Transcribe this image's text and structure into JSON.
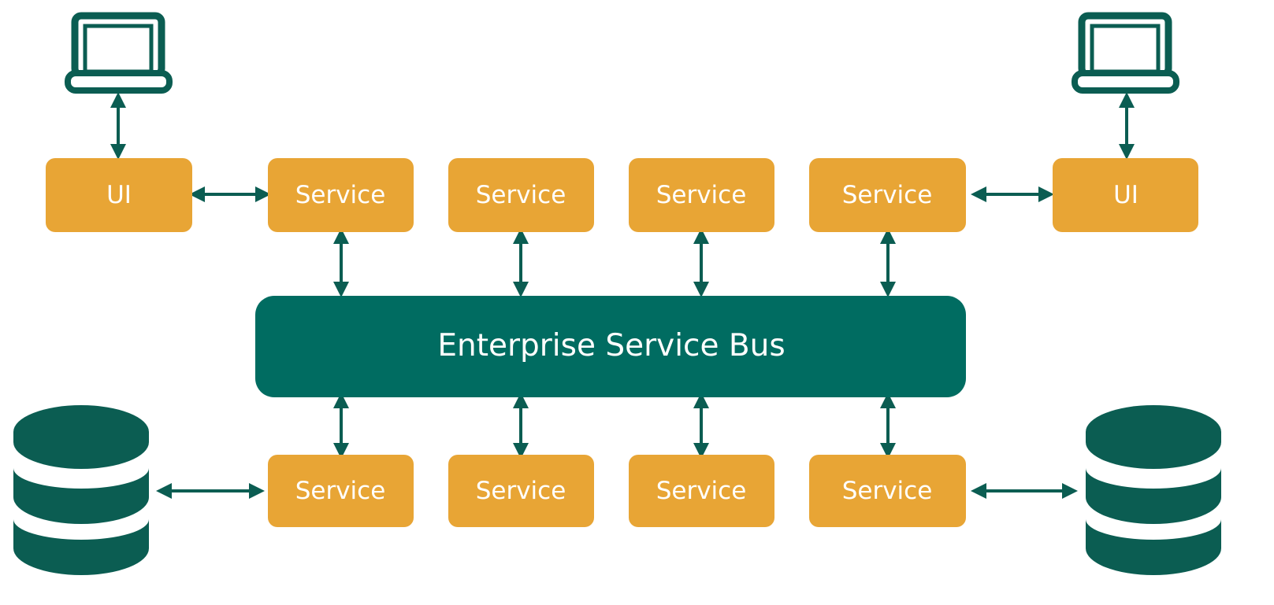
{
  "colors": {
    "node": "#E8A535",
    "bus": "#006C61",
    "icon": "#0B5D52",
    "text": "#FFFFFF"
  },
  "bus": {
    "label": "Enterprise Service Bus"
  },
  "ui_left": {
    "label": "UI",
    "icon": "laptop-icon"
  },
  "ui_right": {
    "label": "UI",
    "icon": "laptop-icon"
  },
  "top_services": [
    {
      "label": "Service"
    },
    {
      "label": "Service"
    },
    {
      "label": "Service"
    },
    {
      "label": "Service"
    }
  ],
  "bottom_services": [
    {
      "label": "Service"
    },
    {
      "label": "Service"
    },
    {
      "label": "Service"
    },
    {
      "label": "Service"
    }
  ],
  "databases": {
    "left": {
      "icon": "database-icon"
    },
    "right": {
      "icon": "database-icon"
    }
  },
  "connectors": "bidirectional-arrow"
}
